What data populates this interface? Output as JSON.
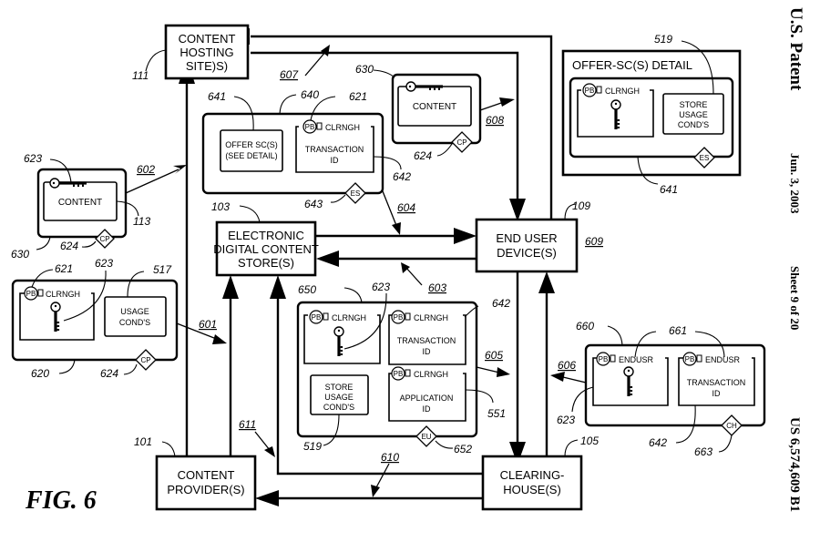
{
  "header": {
    "patent_label": "U.S. Patent",
    "date": "Jun. 3, 2003",
    "sheet": "Sheet 9 of 20",
    "patent_number": "US 6,574,609 B1"
  },
  "figure_label": "FIG. 6",
  "nodes": {
    "content_hosting": {
      "lines": [
        "CONTENT",
        "HOSTING",
        "SITE)S)"
      ],
      "ref": "111"
    },
    "store": {
      "lines": [
        "ELECTRONIC",
        "DIGITAL CONTENT",
        "STORE(S)"
      ],
      "ref": "103"
    },
    "end_user": {
      "lines": [
        "END USER",
        "DEVICE(S)"
      ],
      "ref": "109"
    },
    "content_provider": {
      "lines": [
        "CONTENT",
        "PROVIDER(S)"
      ],
      "ref": "101"
    },
    "clearinghouse": {
      "lines": [
        "CLEARING-",
        "HOUSE(S)"
      ],
      "ref": "105"
    }
  },
  "containers": {
    "content_left": {
      "ref": "630",
      "key_ref": "623",
      "inner_label": "CONTENT",
      "inner_ref": "113",
      "badge": "CP",
      "badge_ref": "624"
    },
    "usage_left": {
      "ref": "620",
      "pb": "PB",
      "owner": "CLRNGH",
      "pb_ref": "621",
      "key_ref": "623",
      "usage_lines": [
        "USAGE",
        "COND'S"
      ],
      "usage_ref": "517",
      "badge": "CP",
      "badge_ref": "624"
    },
    "offer": {
      "ref": "640",
      "offer_lines": [
        "OFFER SC(S)",
        "(SEE DETAIL)"
      ],
      "offer_ref": "641",
      "pb": "PB",
      "owner": "CLRNGH",
      "pb_ref": "621",
      "tx_lines": [
        "TRANSACTION",
        "ID"
      ],
      "tx_ref": "642",
      "badge": "ES",
      "badge_ref": "643"
    },
    "content_top": {
      "ref": "630",
      "inner_label": "CONTENT",
      "badge": "CP",
      "badge_ref": "624"
    },
    "detail": {
      "title": "OFFER-SC(S) DETAIL",
      "pb": "PB",
      "owner": "CLRNGH",
      "store_lines": [
        "STORE",
        "USAGE",
        "COND'S"
      ],
      "store_ref": "519",
      "badge": "ES",
      "ref": "641"
    },
    "eu": {
      "ref": "650",
      "key_ref": "623",
      "pb": "PB",
      "owner": "CLRNGH",
      "tx_lines": [
        "TRANSACTION",
        "ID"
      ],
      "tx_ref": "642",
      "store_lines": [
        "STORE",
        "USAGE",
        "COND'S"
      ],
      "store_ref": "519",
      "app_lines": [
        "APPLICATION",
        "ID"
      ],
      "app_ref": "551",
      "badge": "EU",
      "badge_ref": "652"
    },
    "ch": {
      "ref": "660",
      "pb_ref": "661",
      "pb": "PB",
      "owner": "ENDUSR",
      "key_ref": "623",
      "tx_lines": [
        "TRANSACTION",
        "ID"
      ],
      "tx_ref": "642",
      "badge": "CH",
      "badge_ref": "663"
    }
  },
  "flows": {
    "f601": "601",
    "f602": "602",
    "f603": "603",
    "f604": "604",
    "f605": "605",
    "f606": "606",
    "f607": "607",
    "f608": "608",
    "f609": "609",
    "f610": "610",
    "f611": "611"
  }
}
